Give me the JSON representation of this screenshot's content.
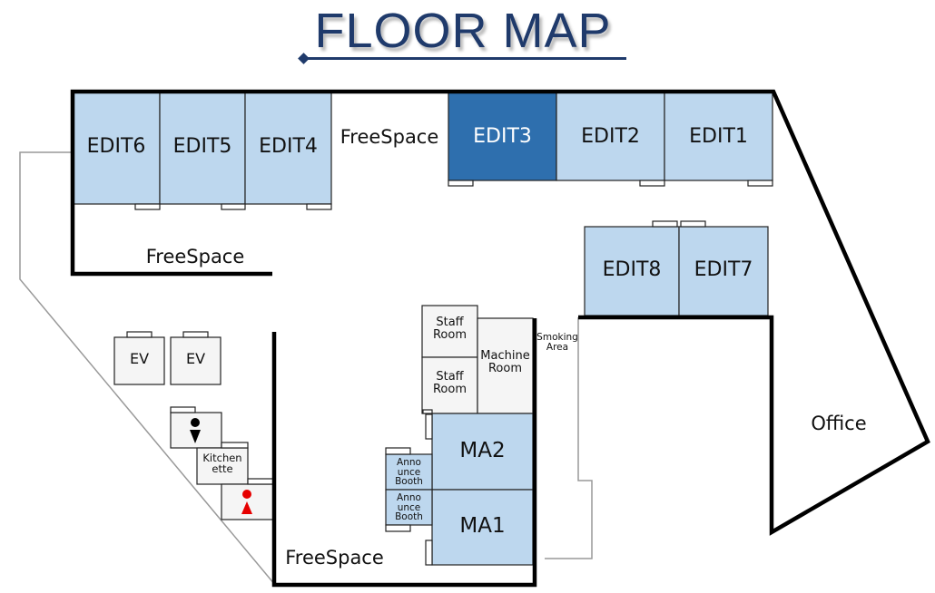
{
  "title": "FLOOR MAP",
  "colors": {
    "title": "#1f3a6b",
    "room_fill": "#bdd7ee",
    "room_selected_fill": "#2e6fae",
    "service_fill": "#f5f5f5",
    "wall": "#000000",
    "outline": "#999999",
    "female_icon": "#e60000",
    "male_icon": "#000000"
  },
  "rooms": {
    "edit1": "EDIT1",
    "edit2": "EDIT2",
    "edit3": "EDIT3",
    "edit4": "EDIT4",
    "edit5": "EDIT5",
    "edit6": "EDIT6",
    "edit7": "EDIT7",
    "edit8": "EDIT8",
    "ma1": "MA1",
    "ma2": "MA2"
  },
  "selected_room": "EDIT3",
  "areas": {
    "freespace_top": "FreeSpace",
    "freespace_left": "FreeSpace",
    "freespace_bottom": "FreeSpace",
    "office": "Office",
    "smoking_area": [
      "Smoking",
      "Area"
    ]
  },
  "services": {
    "ev1": "EV",
    "ev2": "EV",
    "staff_room_1": [
      "Staff",
      "Room"
    ],
    "staff_room_2": [
      "Staff",
      "Room"
    ],
    "machine_room": [
      "Machine",
      "Room"
    ],
    "kitchenette": [
      "Kitchen",
      "ette"
    ],
    "announce_booth_1": [
      "Anno",
      "unce",
      "Booth"
    ],
    "announce_booth_2": [
      "Anno",
      "unce",
      "Booth"
    ],
    "restroom_male": "male-restroom-icon",
    "restroom_female": "female-restroom-icon"
  }
}
